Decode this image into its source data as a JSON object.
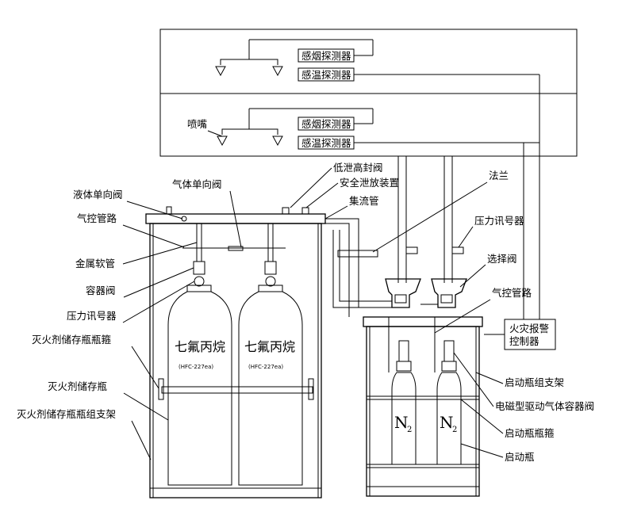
{
  "rooms": {
    "top": {
      "smoke_detector": "感烟探测器",
      "heat_detector": "感温探测器"
    },
    "bottom": {
      "nozzle": "喷嘴",
      "smoke_detector": "感烟探测器",
      "heat_detector": "感温探测器"
    }
  },
  "labels": {
    "low_leak_high_seal_valve": "低泄高封阀",
    "safety_relief_device": "安全泄放装置",
    "manifold": "集流管",
    "flange": "法兰",
    "pressure_switch_right": "压力讯号器",
    "selector_valve": "选择阀",
    "pneumatic_pipe_right": "气控管路",
    "fire_alarm_controller_line1": "火灾报警",
    "fire_alarm_controller_line2": "控制器",
    "start_bottle_rack": "启动瓶组支架",
    "solenoid_drive": "电磁型驱动气体容器阀",
    "start_bottle_hoop": "启动瓶瓶箍",
    "start_bottle": "启动瓶",
    "liquid_check_valve": "液体单向阀",
    "gas_check_valve": "气体单向阀",
    "pneumatic_pipe_left": "气控管路",
    "metal_hose": "金属软管",
    "container_valve": "容器阀",
    "pressure_switch_left": "压力讯号器",
    "agent_bottle_hoop": "灭火剂储存瓶瓶箍",
    "agent_bottle": "灭火剂储存瓶",
    "agent_bottle_rack": "灭火剂储存瓶瓶组支架"
  },
  "cylinders": [
    {
      "name": "七氟丙烷",
      "model": "(HFC-227ea)"
    },
    {
      "name": "七氟丙烷",
      "model": "(HFC-227ea)"
    }
  ],
  "start_bottles": [
    {
      "gas": "N",
      "sub": "2"
    },
    {
      "gas": "N",
      "sub": "2"
    }
  ]
}
